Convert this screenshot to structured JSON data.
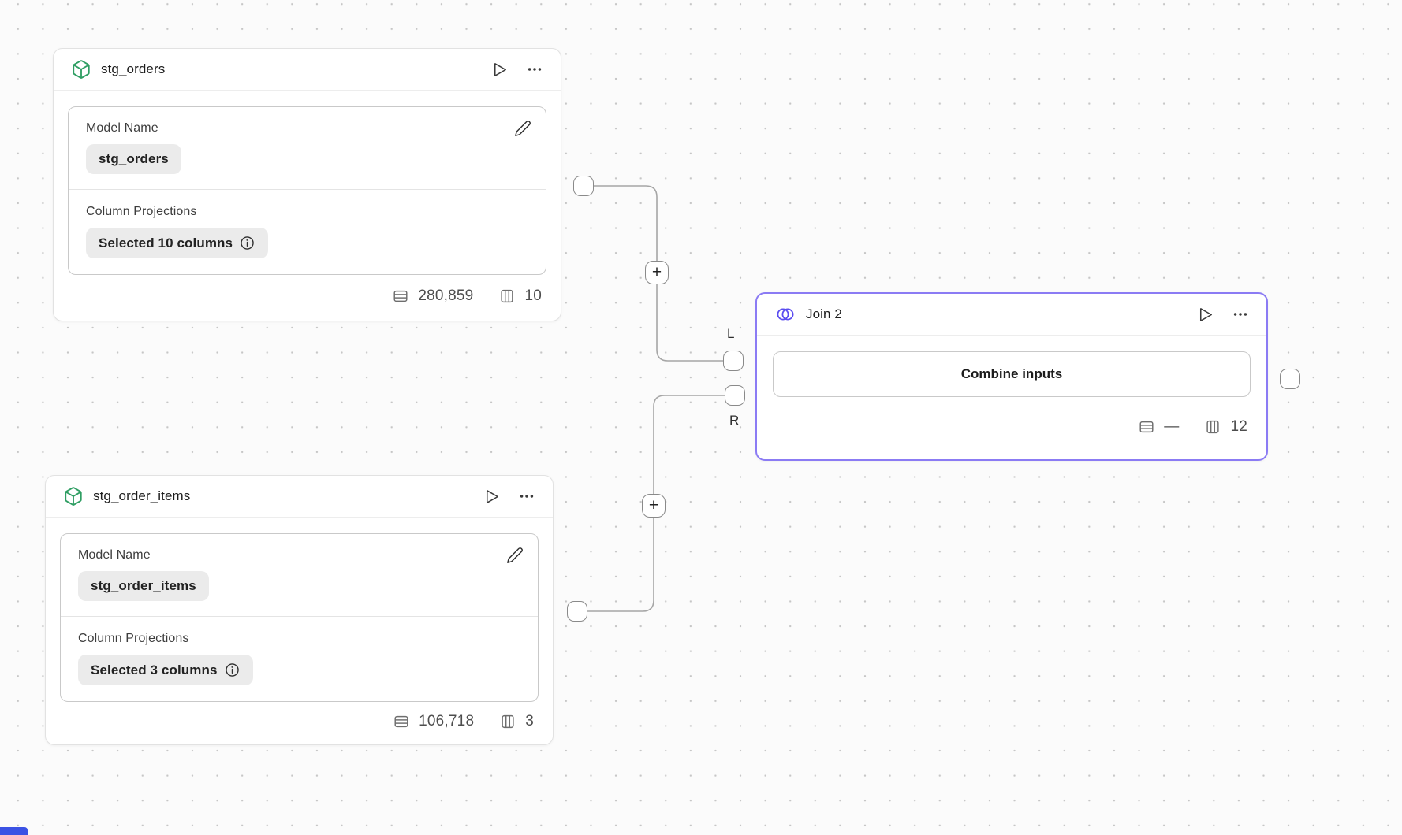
{
  "canvas": {
    "bg_color": "#fbfbfb",
    "dot_color": "#c6c6c6",
    "edge_color": "#a6a6a6",
    "accent_purple": "#8b7bf4",
    "join_icon_color": "#5b4df0",
    "model_icon_color": "#2f9e63",
    "corner_marker_color": "#3b52e4"
  },
  "nodes": {
    "stg_orders": {
      "title": "stg_orders",
      "model_name_label": "Model Name",
      "model_name_value": "stg_orders",
      "projections_label": "Column Projections",
      "projections_value": "Selected 10 columns",
      "row_count": "280,859",
      "column_count": "10"
    },
    "stg_order_items": {
      "title": "stg_order_items",
      "model_name_label": "Model Name",
      "model_name_value": "stg_order_items",
      "projections_label": "Column Projections",
      "projections_value": "Selected 3 columns",
      "row_count": "106,718",
      "column_count": "3"
    },
    "join": {
      "title": "Join 2",
      "combine_button_label": "Combine inputs",
      "row_count": "—",
      "column_count": "12"
    }
  },
  "ports": {
    "left_label": "L",
    "right_label": "R"
  },
  "connectors": {
    "add_button_label": "+"
  }
}
